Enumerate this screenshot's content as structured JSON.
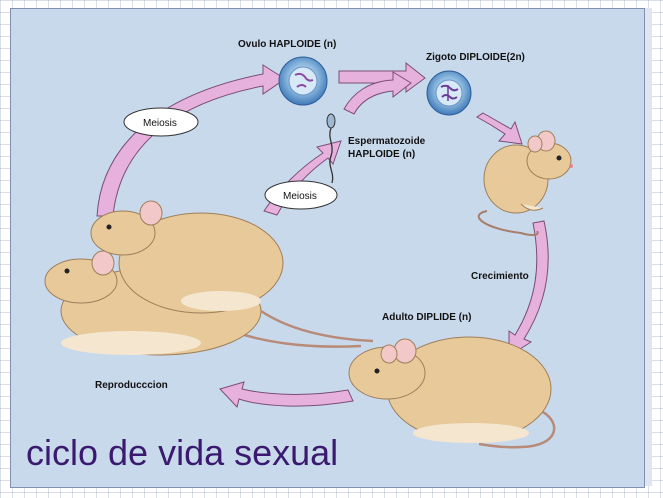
{
  "labels": {
    "ovulo": "Ovulo HAPLOIDE (n)",
    "zigoto": "Zigoto DIPLOIDE(2n)",
    "espermatozoide_line1": "Espermatozoide",
    "espermatozoide_line2": "HAPLOIDE (n)",
    "meiosis_top": "Meiosis",
    "meiosis_mid": "Meiosis",
    "crecimiento": "Crecimiento",
    "adulto": "Adulto DIPLIDE (n)",
    "reproduccion": "Reproducccion"
  },
  "title": "ciclo de vida sexual",
  "colors": {
    "background": "#c9d9ec",
    "arrow_fill": "#e6b2dd",
    "arrow_stroke": "#7a4d78",
    "mouse_body": "#e8c99a",
    "title": "#3a1a6e"
  }
}
